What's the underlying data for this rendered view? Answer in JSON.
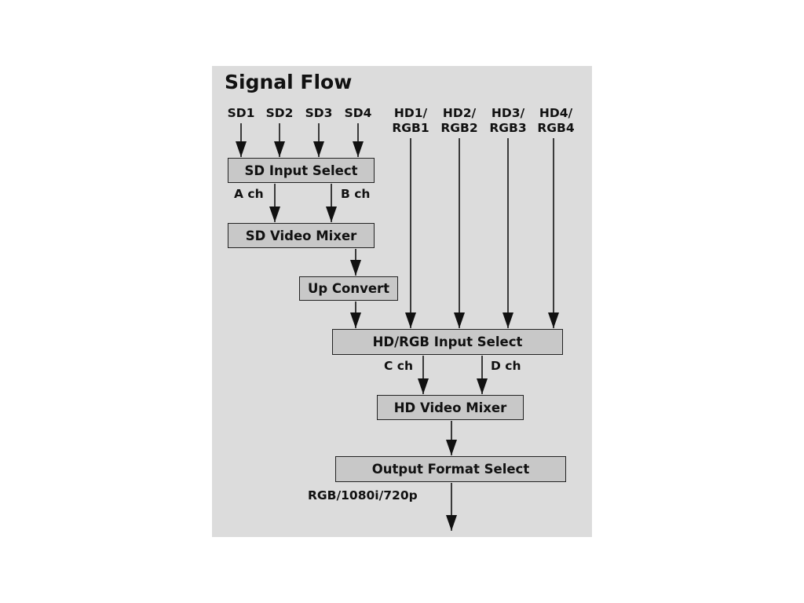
{
  "title": "Signal Flow",
  "sd_inputs": [
    "SD1",
    "SD2",
    "SD3",
    "SD4"
  ],
  "hd_inputs": [
    {
      "line1": "HD1/",
      "line2": "RGB1"
    },
    {
      "line1": "HD2/",
      "line2": "RGB2"
    },
    {
      "line1": "HD3/",
      "line2": "RGB3"
    },
    {
      "line1": "HD4/",
      "line2": "RGB4"
    }
  ],
  "blocks": {
    "sd_input_select": "SD Input Select",
    "sd_video_mixer": "SD Video Mixer",
    "up_convert": "Up Convert",
    "hd_rgb_input_select": "HD/RGB Input Select",
    "hd_video_mixer": "HD Video Mixer",
    "output_format_select": "Output Format Select"
  },
  "channels": {
    "a": "A ch",
    "b": "B ch",
    "c": "C ch",
    "d": "D ch"
  },
  "output_label": "RGB/1080i/720p"
}
